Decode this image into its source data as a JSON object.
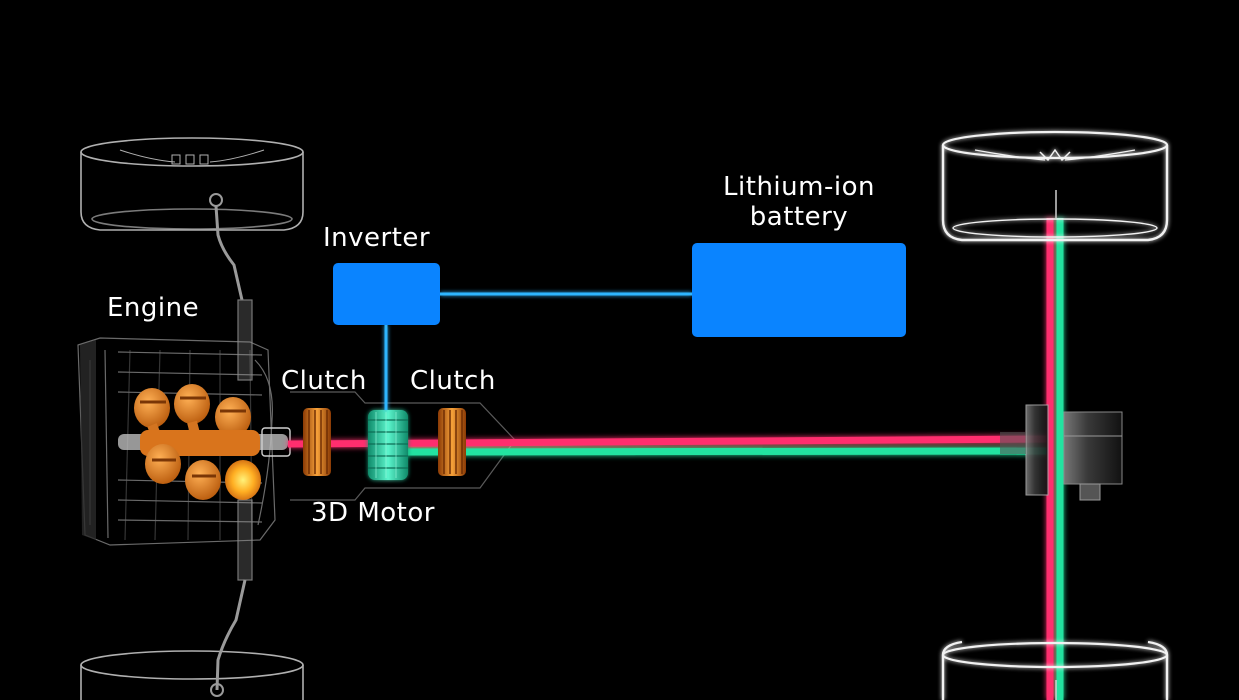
{
  "labels": {
    "engine": "Engine",
    "inverter": "Inverter",
    "battery_line1": "Lithium-ion",
    "battery_line2": "battery",
    "clutch_left": "Clutch",
    "clutch_right": "Clutch",
    "motor": "3D Motor"
  },
  "colors": {
    "background": "#000000",
    "component_blue": "#0a84ff",
    "wire_blue": "#2fb6ff",
    "shaft_red": "#ff2d6e",
    "shaft_green": "#22e3a0",
    "motor_green": "#2ee0b0",
    "clutch_orange": "#e8761a",
    "engine_orange": "#e8801e",
    "wheel_outline": "#e8e8e8"
  }
}
